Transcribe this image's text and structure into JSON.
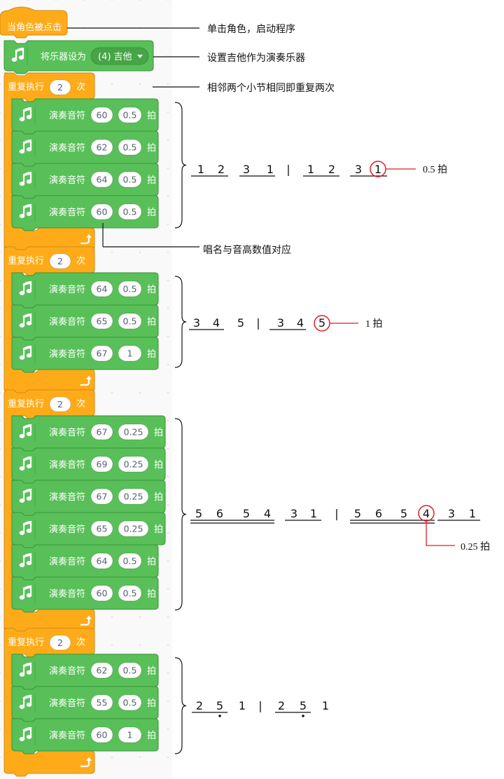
{
  "colors": {
    "events": "#ffab19",
    "events_dark": "#cf8b17",
    "control": "#ffab19",
    "control_dark": "#cf8b17",
    "music": "#59c059",
    "music_dark": "#389438",
    "music_menu": "#47a447",
    "highlight": "#e31b23"
  },
  "hat": {
    "label": "当角色被点击"
  },
  "instrument": {
    "icon": "music-notes-icon",
    "label": "将乐器设为",
    "value": "(4) 吉他"
  },
  "loop_label": "重复执行",
  "loop_suffix": "次",
  "note_label": "演奏音符",
  "beat_label": "拍",
  "loops": [
    {
      "times": "2",
      "notes": [
        {
          "note": "60",
          "beats": "0.5"
        },
        {
          "note": "62",
          "beats": "0.5"
        },
        {
          "note": "64",
          "beats": "0.5"
        },
        {
          "note": "60",
          "beats": "0.5"
        }
      ]
    },
    {
      "times": "2",
      "notes": [
        {
          "note": "64",
          "beats": "0.5"
        },
        {
          "note": "65",
          "beats": "0.5"
        },
        {
          "note": "67",
          "beats": "1"
        }
      ]
    },
    {
      "times": "2",
      "notes": [
        {
          "note": "67",
          "beats": "0.25"
        },
        {
          "note": "69",
          "beats": "0.25"
        },
        {
          "note": "67",
          "beats": "0.25"
        },
        {
          "note": "65",
          "beats": "0.25"
        },
        {
          "note": "64",
          "beats": "0.5"
        },
        {
          "note": "60",
          "beats": "0.5"
        }
      ]
    },
    {
      "times": "2",
      "notes": [
        {
          "note": "62",
          "beats": "0.5"
        },
        {
          "note": "55",
          "beats": "0.5"
        },
        {
          "note": "60",
          "beats": "1"
        }
      ]
    }
  ],
  "annotations": {
    "hat": "单击角色，启动程序",
    "instrument": "设置吉他作为演奏乐器",
    "loop": "相邻两个小节相同即重复两次",
    "pitch": "唱名与音高数值对应",
    "beat_half": "0.5 拍",
    "beat_one": "1 拍",
    "beat_quarter": "0.25 拍"
  },
  "notation": {
    "phrase1": [
      "1",
      "2",
      "3",
      "1",
      "|",
      "1",
      "2",
      "3",
      "1"
    ],
    "phrase2": [
      "3",
      "4",
      "5",
      "|",
      "3",
      "4",
      "5"
    ],
    "phrase3": [
      "5",
      "6",
      "5",
      "4",
      "3",
      "1",
      "|",
      "5",
      "6",
      "5",
      "4",
      "3",
      "1"
    ],
    "phrase4": [
      "2",
      "5",
      "1",
      "|",
      "2",
      "5",
      "1"
    ]
  }
}
